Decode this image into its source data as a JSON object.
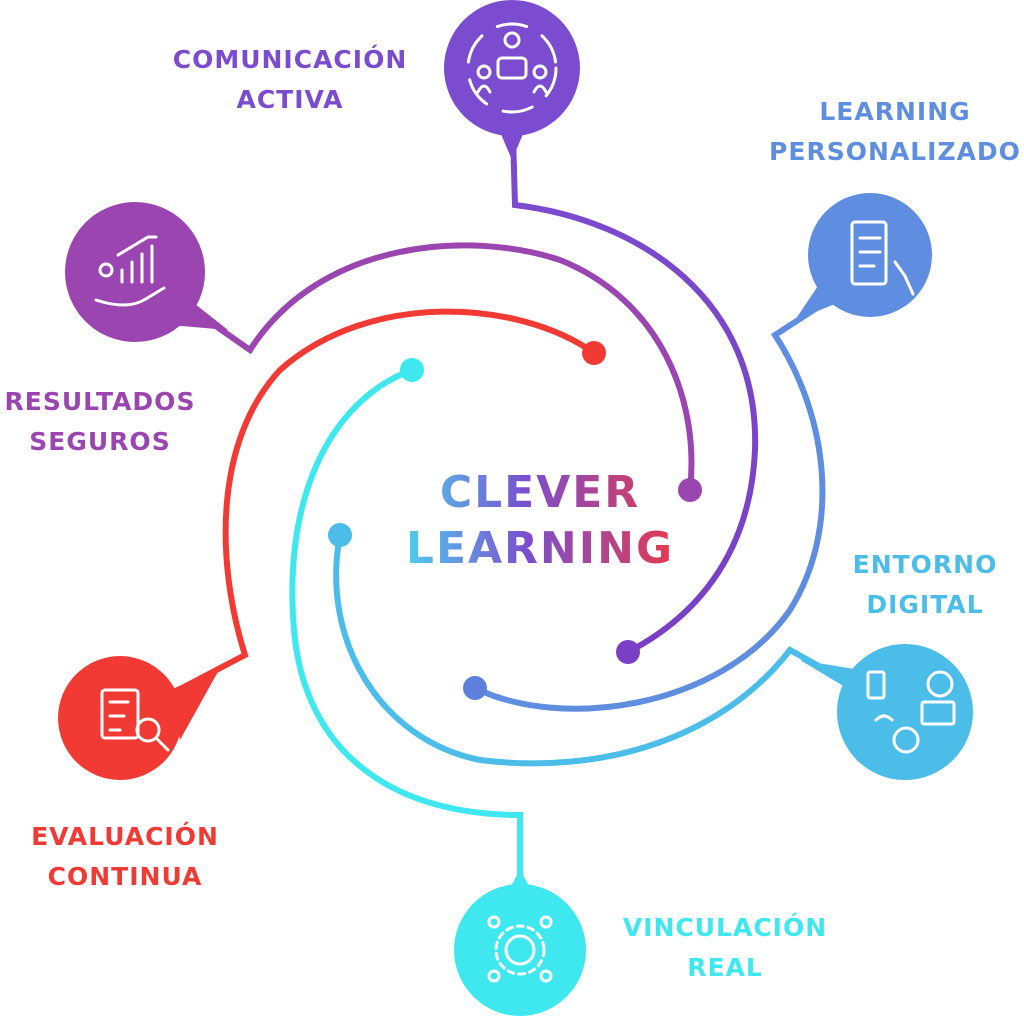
{
  "center": {
    "line1": "CLEVER",
    "line2": "LEARNING"
  },
  "nodes": [
    {
      "id": "comunicacion",
      "line1": "COMUNICACIÓN",
      "line2": "ACTIVA",
      "color": "#7b4ccf",
      "icon": "people-chat-icon"
    },
    {
      "id": "learning",
      "line1": "LEARNING",
      "line2": "PERSONALIZADO",
      "color": "#5f8ee0",
      "icon": "checklist-touch-icon"
    },
    {
      "id": "entorno",
      "line1": "ENTORNO",
      "line2": "DIGITAL",
      "color": "#4bbde8",
      "icon": "digital-devices-icon"
    },
    {
      "id": "vinculacion",
      "line1": "VINCULACIÓN",
      "line2": "REAL",
      "color": "#3ee8ee",
      "icon": "gear-people-icon"
    },
    {
      "id": "evaluacion",
      "line1": "EVALUACIÓN",
      "line2": "CONTINUA",
      "color": "#f23a35",
      "icon": "checklist-magnifier-icon"
    },
    {
      "id": "resultados",
      "line1": "RESULTADOS",
      "line2": "SEGUROS",
      "color": "#9a45b0",
      "icon": "hand-growth-chart-icon"
    }
  ]
}
